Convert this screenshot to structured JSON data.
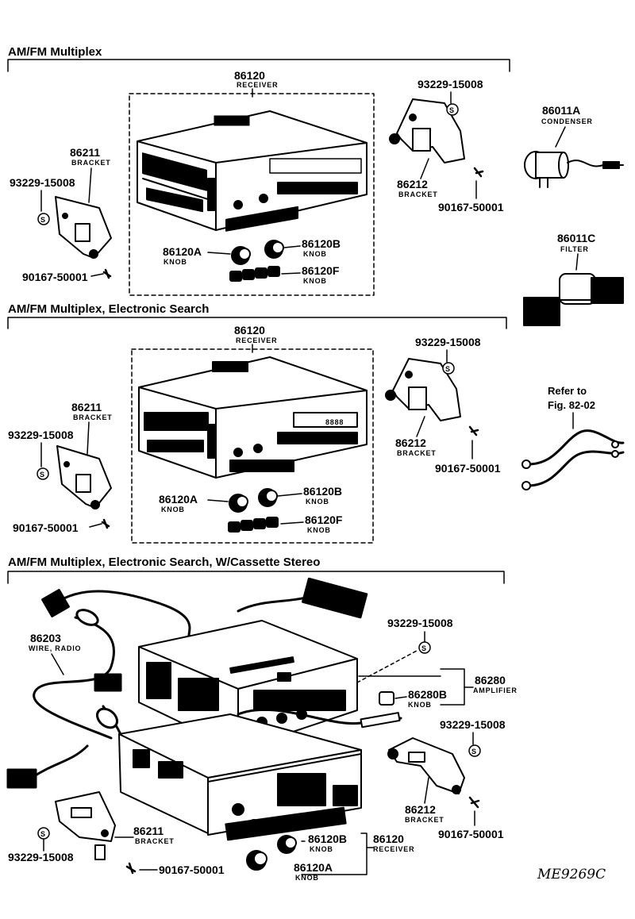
{
  "sections": [
    {
      "title": "AM/FM  Multiplex",
      "parts": {
        "receiver": {
          "number": "86120",
          "name": "RECEIVER"
        },
        "bracket_left": {
          "number": "86211",
          "name": "BRACKET"
        },
        "screw_left": "93229-15008",
        "bolt_left": "90167-50001",
        "bracket_right": {
          "number": "86212",
          "name": "BRACKET"
        },
        "screw_right": "93229-15008",
        "bolt_right": "90167-50001",
        "knob_a": {
          "number": "86120A",
          "name": "KNOB"
        },
        "knob_b": {
          "number": "86120B",
          "name": "KNOB"
        },
        "knob_f": {
          "number": "86120F",
          "name": "KNOB"
        }
      }
    },
    {
      "title": "AM/FM  Multiplex,  Electronic  Search",
      "parts": {
        "receiver": {
          "number": "86120",
          "name": "RECEIVER"
        },
        "bracket_left": {
          "number": "86211",
          "name": "BRACKET"
        },
        "screw_left": "93229-15008",
        "bolt_left": "90167-50001",
        "bracket_right": {
          "number": "86212",
          "name": "BRACKET"
        },
        "screw_right": "93229-15008",
        "bolt_right": "90167-50001",
        "knob_a": {
          "number": "86120A",
          "name": "KNOB"
        },
        "knob_b": {
          "number": "86120B",
          "name": "KNOB"
        },
        "knob_f": {
          "number": "86120F",
          "name": "KNOB"
        }
      }
    },
    {
      "title": "AM/FM  Multiplex,  Electronic  Search,  W/Cassette  Stereo",
      "parts": {
        "wire": {
          "number": "86203",
          "name": "WIRE, RADIO"
        },
        "screw_top": "93229-15008",
        "amplifier": {
          "number": "86280",
          "name": "AMPLIFIER"
        },
        "knob_amp": {
          "number": "86280B",
          "name": "KNOB"
        },
        "screw_right": "93229-15008",
        "bracket_right": {
          "number": "86212",
          "name": "BRACKET"
        },
        "bolt_right": "90167-50001",
        "bracket_left": {
          "number": "86211",
          "name": "BRACKET"
        },
        "screw_left": "93229-15008",
        "bolt_left": "90167-50001",
        "knob_b": {
          "number": "86120B",
          "name": "KNOB"
        },
        "knob_a": {
          "number": "86120A",
          "name": "KNOB"
        },
        "receiver": {
          "number": "86120",
          "name": "RECEIVER"
        }
      }
    }
  ],
  "side_parts": {
    "condenser": {
      "number": "86011A",
      "name": "CONDENSER"
    },
    "filter": {
      "number": "86011C",
      "name": "FILTER"
    },
    "refer_line1": "Refer to",
    "refer_line2": "Fig. 82-02"
  },
  "screw_mark": "S",
  "code": "ME9269C"
}
